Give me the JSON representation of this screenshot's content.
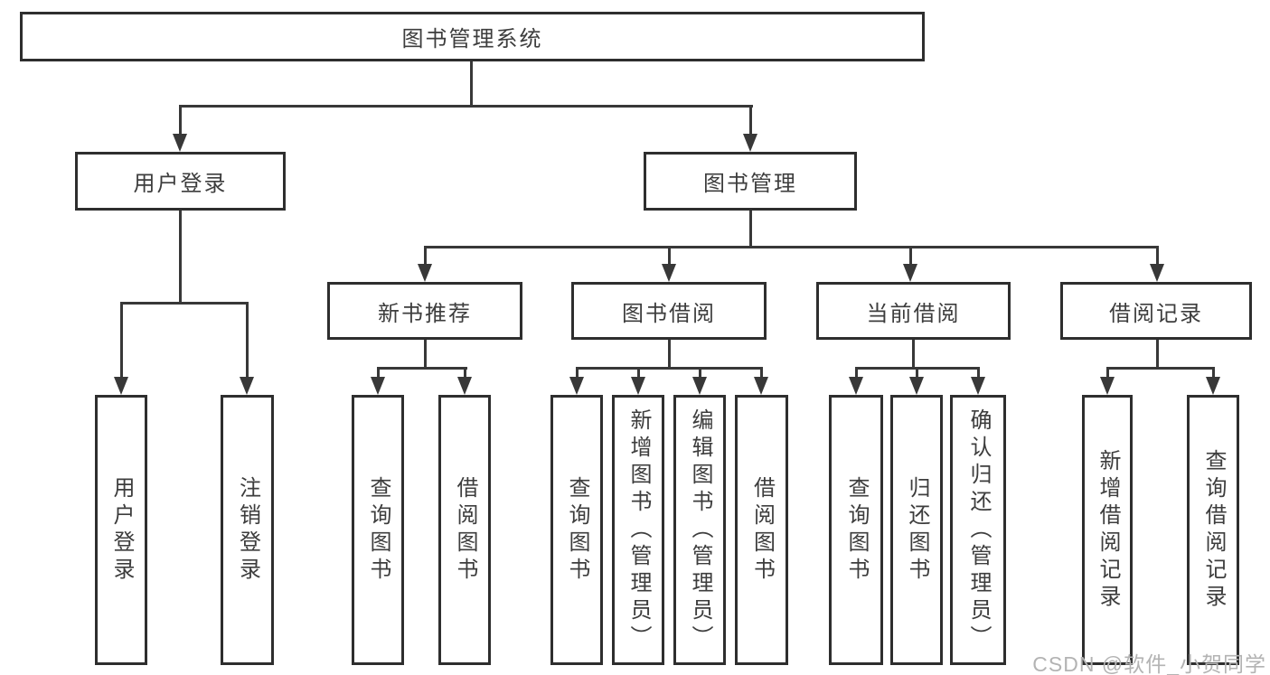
{
  "diagram": {
    "type": "tree-structure-chart",
    "root": {
      "label": "图书管理系统"
    },
    "level2": [
      {
        "label": "用户登录"
      },
      {
        "label": "图书管理"
      }
    ],
    "level3": [
      {
        "label": "新书推荐",
        "parent": "图书管理"
      },
      {
        "label": "图书借阅",
        "parent": "图书管理"
      },
      {
        "label": "当前借阅",
        "parent": "图书管理"
      },
      {
        "label": "借阅记录",
        "parent": "图书管理"
      }
    ],
    "leaves": [
      {
        "label": "用户登录",
        "parent": "用户登录"
      },
      {
        "label": "注销登录",
        "parent": "用户登录"
      },
      {
        "label": "查询图书",
        "parent": "新书推荐"
      },
      {
        "label": "借阅图书",
        "parent": "新书推荐"
      },
      {
        "label": "查询图书",
        "parent": "图书借阅"
      },
      {
        "label": "新增图书（管理员）",
        "parent": "图书借阅"
      },
      {
        "label": "编辑图书（管理员）",
        "parent": "图书借阅"
      },
      {
        "label": "借阅图书",
        "parent": "图书借阅"
      },
      {
        "label": "查询图书",
        "parent": "当前借阅"
      },
      {
        "label": "归还图书",
        "parent": "当前借阅"
      },
      {
        "label": "确认归还（管理员）",
        "parent": "当前借阅"
      },
      {
        "label": "新增借阅记录",
        "parent": "借阅记录"
      },
      {
        "label": "查询借阅记录",
        "parent": "借阅记录"
      }
    ],
    "watermark": "CSDN @软件_小贺同学",
    "colors": {
      "line": "#383838",
      "box_border": "#2e2e2e",
      "text": "#3d3d3d",
      "watermark": "#b3b3b3",
      "background": "#ffffff"
    }
  }
}
